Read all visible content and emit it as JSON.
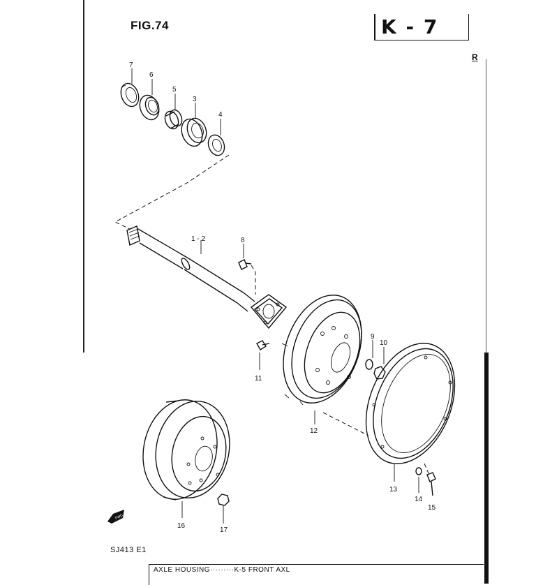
{
  "figure": {
    "title": "FIG.74",
    "code": "K - 7",
    "corner_mark": "R"
  },
  "model_code": "SJ413 E1",
  "footer_text": "AXLE HOUSING·········K-5 FRONT AXL",
  "fwd_label": "FWD",
  "callouts": {
    "p7": "7",
    "p6": "6",
    "p5": "5",
    "p3": "3",
    "p4": "4",
    "p12a": "1 - 2",
    "p8": "8",
    "p9": "9",
    "p10": "10",
    "p11": "11",
    "p12": "12",
    "p13": "13",
    "p14": "14",
    "p15": "15",
    "p16": "16",
    "p17": "17"
  }
}
